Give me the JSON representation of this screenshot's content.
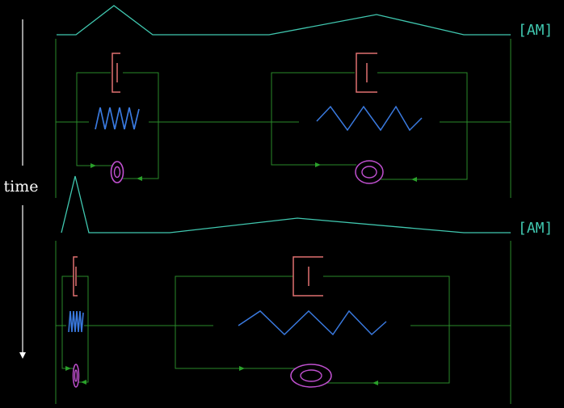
{
  "axis": {
    "label": "time"
  },
  "panels": [
    {
      "id": "top",
      "tag": "[AM]"
    },
    {
      "id": "bottom",
      "tag": "[AM]"
    }
  ],
  "colors": {
    "background": "#000000",
    "envelope": "#40c8b0",
    "wire": "#2a8a2a",
    "capacitor": "#e07070",
    "inductor": "#3a7ae0",
    "resistor": "#c050d0",
    "text": "#ffffff",
    "arrow": "#2aa02a"
  }
}
